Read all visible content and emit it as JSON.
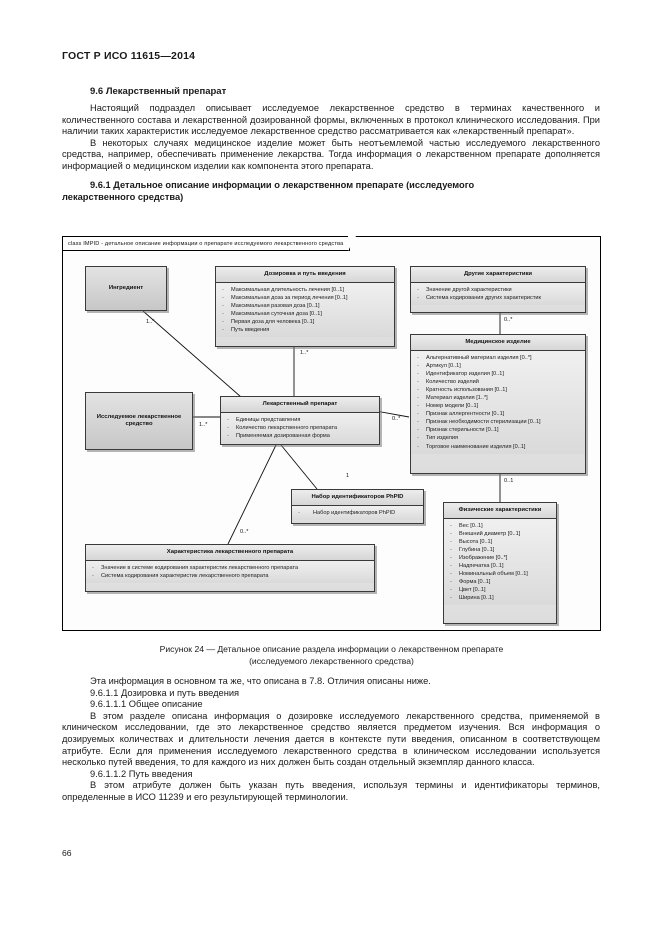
{
  "header": {
    "standard": "ГОСТ Р ИСО 11615—2014"
  },
  "body_before": {
    "section_title": "9.6 Лекарственный препарат",
    "paragraph_1": "Настоящий подраздел описывает исследуемое лекарственное средство в терминах качественного и количественного состава и лекарственной дозированной формы, включенных в протокол клинического исследования. При наличии таких характеристик исследуемое лекарственное средство рассматривается как «лекарственный препарат».",
    "paragraph_2": "В некоторых случаях медицинское изделие может быть неотъемлемой частью исследуемого лекарственного средства, например, обеспечивать применение лекарства. Тогда информация о лекарственном препарате дополняется информацией о медицинском изделии как компонента этого препарата.",
    "subsection_title_line1": "9.6.1 Детальное описание информации о лекарственном препарате (исследуемого",
    "subsection_title_line2": "лекарственного средства)"
  },
  "diagram": {
    "frame_label": "class IMPID -  детальное описание информации о препарате исследуемого лекарственного средства",
    "nodes": [
      {
        "id": "ingredient",
        "title": "Ингредиент",
        "attrs": []
      },
      {
        "id": "dosage_route",
        "title": "Дозировка и путь введения",
        "attrs": [
          "Максимальная длительность  лечения [0..1]",
          "Максимальная доза за  период лечения [0..1]",
          "Максимальная разовая доза [0..1]",
          "Максимальная суточная доза [0..1]",
          "Первая доза для человека [0..1]",
          "Путь введения"
        ]
      },
      {
        "id": "other_chars",
        "title": "Другие характеристики",
        "attrs": [
          "Значение другой характеристики",
          "Система кодирования других характеристик"
        ]
      },
      {
        "id": "medical_device",
        "title": "Медицинское изделие",
        "attrs": [
          "Альтернативный материал изделия [0..*]",
          "Артикул [0..1]",
          "Идентификатор изделия [0..1]",
          "Количество изделий",
          "Кратность использования [0..1]",
          "Материал изделия [1..*]",
          "Номер модели [0..1]",
          "Признак аллергентности [0..1]",
          "Признак необходимости стерилизации [0..1]",
          "Признак стерильности [0..1]",
          "Тип изделия",
          "Торговое наименование изделия [0..1]"
        ]
      },
      {
        "id": "investigated_drug",
        "title": "Исследуемое лекарственное средство",
        "attrs": []
      },
      {
        "id": "medicinal_product",
        "title": "Лекарственный препарат",
        "attrs": [
          "Единицы представления",
          "Количество лекарственного препарата",
          "Применяемая дозированная форма"
        ]
      },
      {
        "id": "phpid_set",
        "title": "Набор идентификаторов PhPID",
        "attrs": [
          "Набор идентификаторов PhPID"
        ]
      },
      {
        "id": "physical_chars",
        "title": "Физические характеристики",
        "attrs": [
          "Вес [0..1]",
          "Внешний диаметр [0..1]",
          "Высота [0..1]",
          "Глубина [0..1]",
          "Изображение [0..*]",
          "Надпечатка [0..1]",
          "Номинальный объем [0..1]",
          "Форма [0..1]",
          "Цвет [0..1]",
          "Ширина [0..1]"
        ]
      },
      {
        "id": "product_char",
        "title": "Характеристика лекарственного препарата",
        "attrs": [
          "Значение в системе кодирования характеристик лекарственного препарата",
          "Система кодирования характеристик лекарственного препарата"
        ]
      }
    ],
    "cardinalities": {
      "ingredient_to_product": "1..*",
      "dosage_to_product": "1..*",
      "other_to_device": "0..*",
      "investigated_to_product": "1..*",
      "product_to_device": "0..*",
      "product_to_phpid": "1",
      "product_to_char": "0..*",
      "device_to_physical": "0..1"
    }
  },
  "caption": {
    "line1": "Рисунок 24 — Детальное описание раздела информации о лекарственном препарате",
    "line2": "(исследуемого лекарственного средства)"
  },
  "body_after": {
    "paragraph_1": "Эта информация в основном та же, что описана в 7.8. Отличия описаны ниже.",
    "heading_1": "9.6.1.1 Дозировка и путь введения",
    "heading_2": "9.6.1.1.1 Общее описание",
    "paragraph_2": "В этом разделе описана информация о дозировке исследуемого лекарственного средства, применяемой в клиническом исследовании, где это лекарственное средство является предметом изучения. Вся информация о дозируемых количествах и длительности лечения дается в контексте пути введения, описанном в соответствующем атрибуте. Если для применения исследуемого лекарственного средства в клиническом исследовании используется несколько путей введения, то для каждого из них должен быть создан отдельный экземпляр данного класса.",
    "heading_3": "9.6.1.1.2 Путь введения",
    "paragraph_3": "В этом атрибуте должен быть указан путь введения, используя термины и идентификаторы терминов, определенные в ИСО 11239 и его результирующей терминологии."
  },
  "footer": {
    "page_number": "66"
  }
}
